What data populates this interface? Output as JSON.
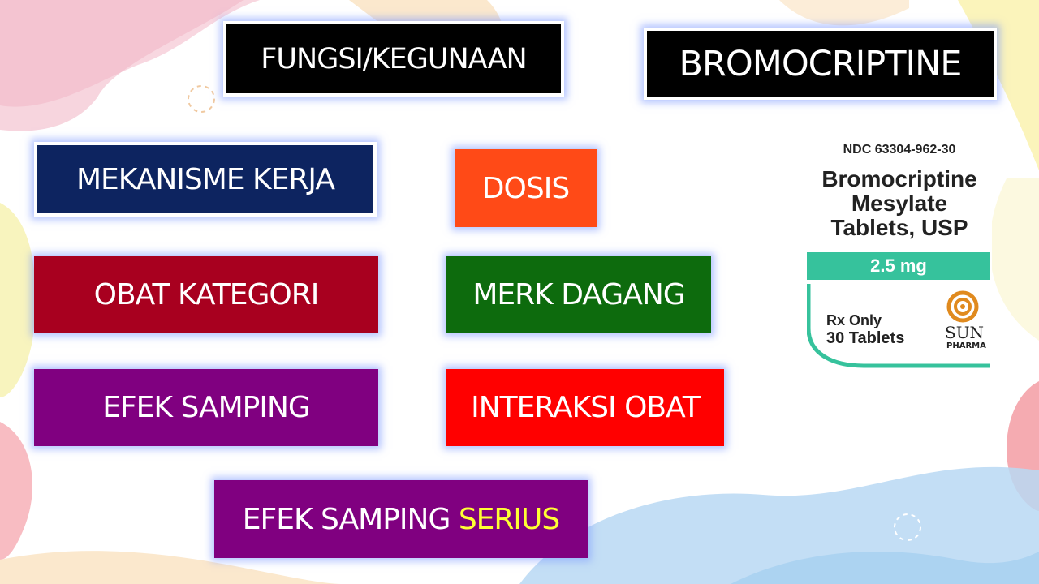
{
  "tiles": {
    "fungsi": "FUNGSI/KEGUNAAN",
    "drug_name": "BROMOCRIPTINE",
    "mekanisme": "MEKANISME KERJA",
    "dosis": "DOSIS",
    "obat_kategori": "OBAT KATEGORI",
    "merk_dagang": "MERK DAGANG",
    "efek_samping": "EFEK SAMPING",
    "interaksi_obat": "INTERAKSI OBAT",
    "efek_samping_serius_prefix": "EFEK SAMPING ",
    "efek_samping_serius_highlight": "SERIUS"
  },
  "package": {
    "ndc": "NDC 63304-962-30",
    "name_line1": "Bromocriptine",
    "name_line2": "Mesylate",
    "name_line3": "Tablets, USP",
    "strength": "2.5 mg",
    "rx": "Rx Only",
    "count": "30 Tablets",
    "brand": "SUN",
    "brand_sub": "PHARMA"
  },
  "colors": {
    "black": "#000000",
    "navy": "#0d2460",
    "orange": "#ff4a17",
    "crimson": "#a8001f",
    "green": "#0d6b0d",
    "purple": "#800080",
    "red": "#ff0000",
    "highlight_yellow": "#ffff33",
    "package_teal": "#36c29c"
  }
}
